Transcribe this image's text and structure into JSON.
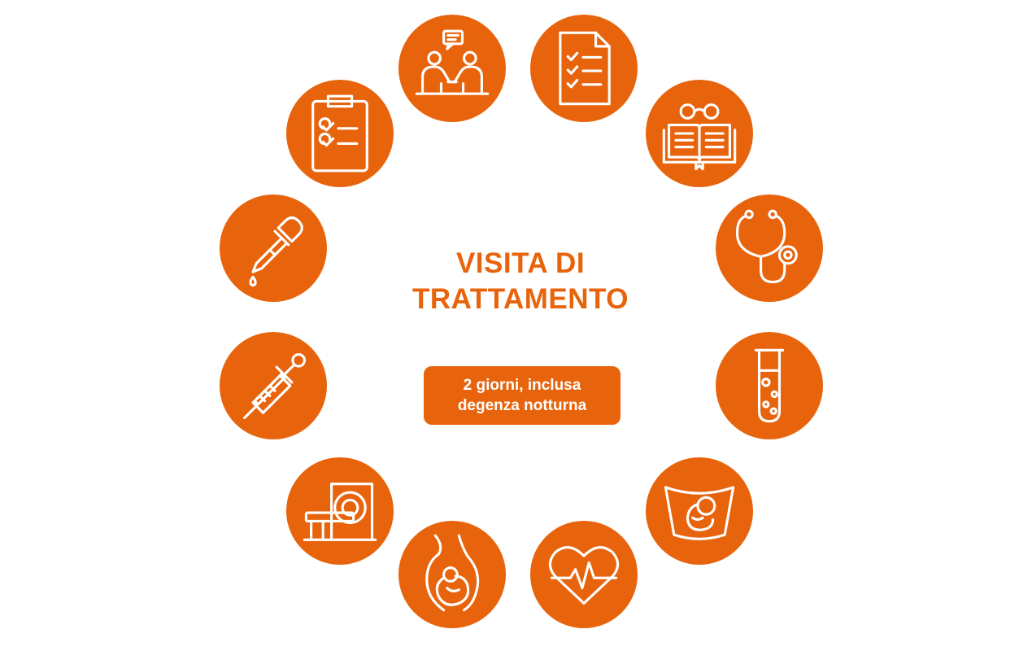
{
  "title": {
    "line1": "VISITA DI",
    "line2": "TRATTAMENTO"
  },
  "badge": {
    "line1": "2 giorni, inclusa",
    "line2": "degenza notturna"
  },
  "colors": {
    "accent": "#e8640c",
    "icon_stroke": "#ffffff",
    "background": "#ffffff"
  },
  "icons": [
    "consultation-icon",
    "checklist-document-icon",
    "book-glasses-icon",
    "stethoscope-icon",
    "test-tube-icon",
    "ultrasound-icon",
    "heart-rate-icon",
    "pregnancy-icon",
    "mri-scanner-icon",
    "syringe-icon",
    "dropper-icon",
    "clipboard-icon"
  ]
}
